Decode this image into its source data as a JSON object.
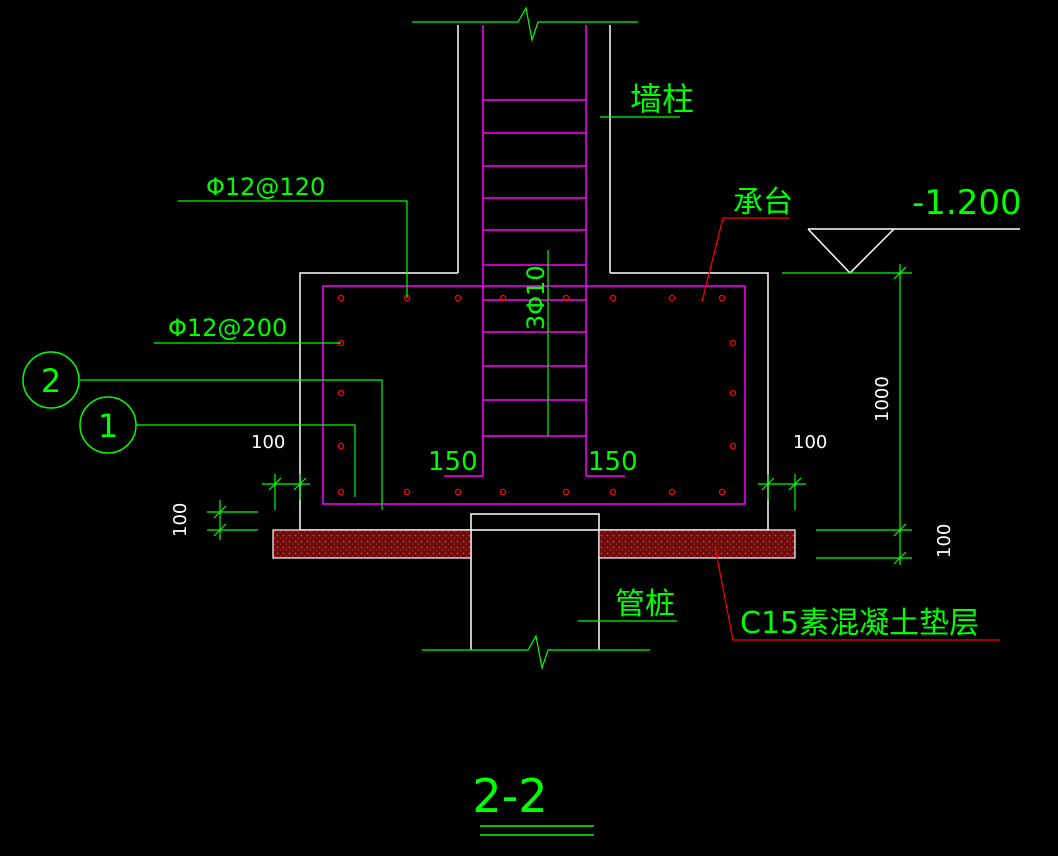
{
  "colors": {
    "background": "#000000",
    "outline": "#ffffff",
    "annotation": "#00ff00",
    "rebar": "#ff00ff",
    "rebar_dot": "#ff0000",
    "leader_red": "#ff0000"
  },
  "labels": {
    "wall_column": "墙柱",
    "pile_cap": "承台",
    "tube_pile": "管桩",
    "bedding": "C15素混凝土垫层",
    "elevation": "-1.200",
    "rebar_top": "Φ12@120",
    "rebar_side": "Φ12@200",
    "column_bars": "3Φ10",
    "marker_1": "1",
    "marker_2": "2",
    "section_title": "2-2"
  },
  "dimensions": {
    "left_cover": "100",
    "right_cover": "100",
    "bottom_left": "100",
    "bottom_right": "100",
    "cap_height": "1000",
    "anchor_left": "150",
    "anchor_right": "150"
  }
}
